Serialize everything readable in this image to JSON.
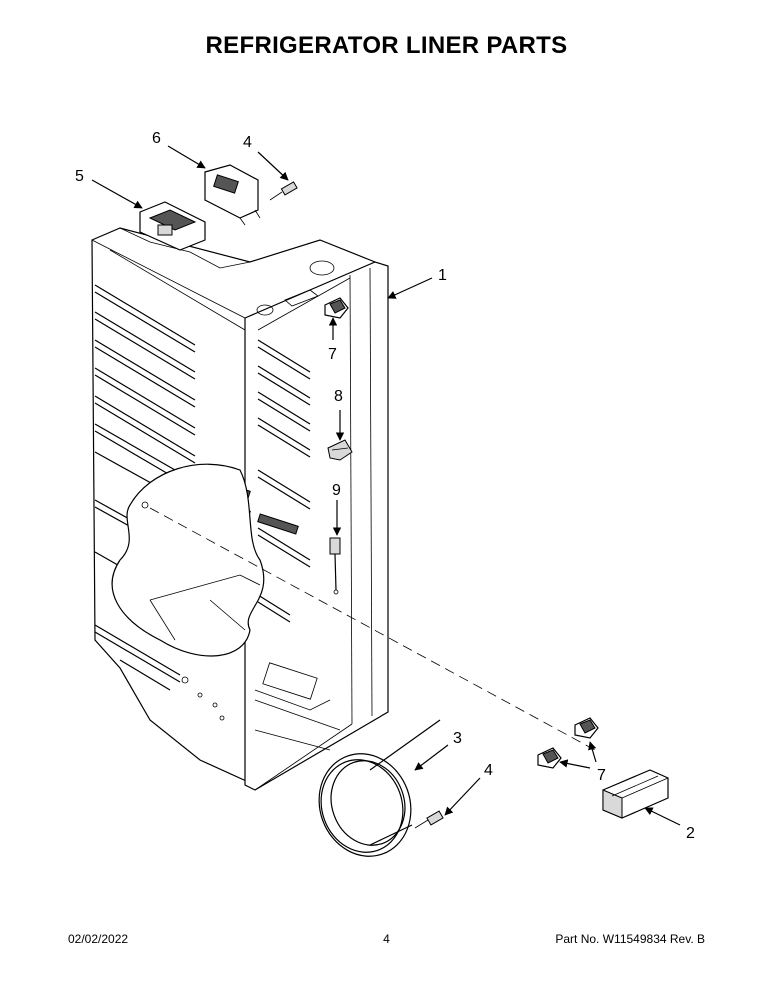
{
  "title": "REFRIGERATOR LINER PARTS",
  "footer": {
    "date": "02/02/2022",
    "page": "4",
    "part_no": "Part No.  W11549834  Rev.  B"
  },
  "callouts": {
    "c1": "1",
    "c2": "2",
    "c3": "3",
    "c4a": "4",
    "c4b": "4",
    "c5": "5",
    "c6": "6",
    "c7a": "7",
    "c7b": "7",
    "c8": "8",
    "c9": "9"
  }
}
